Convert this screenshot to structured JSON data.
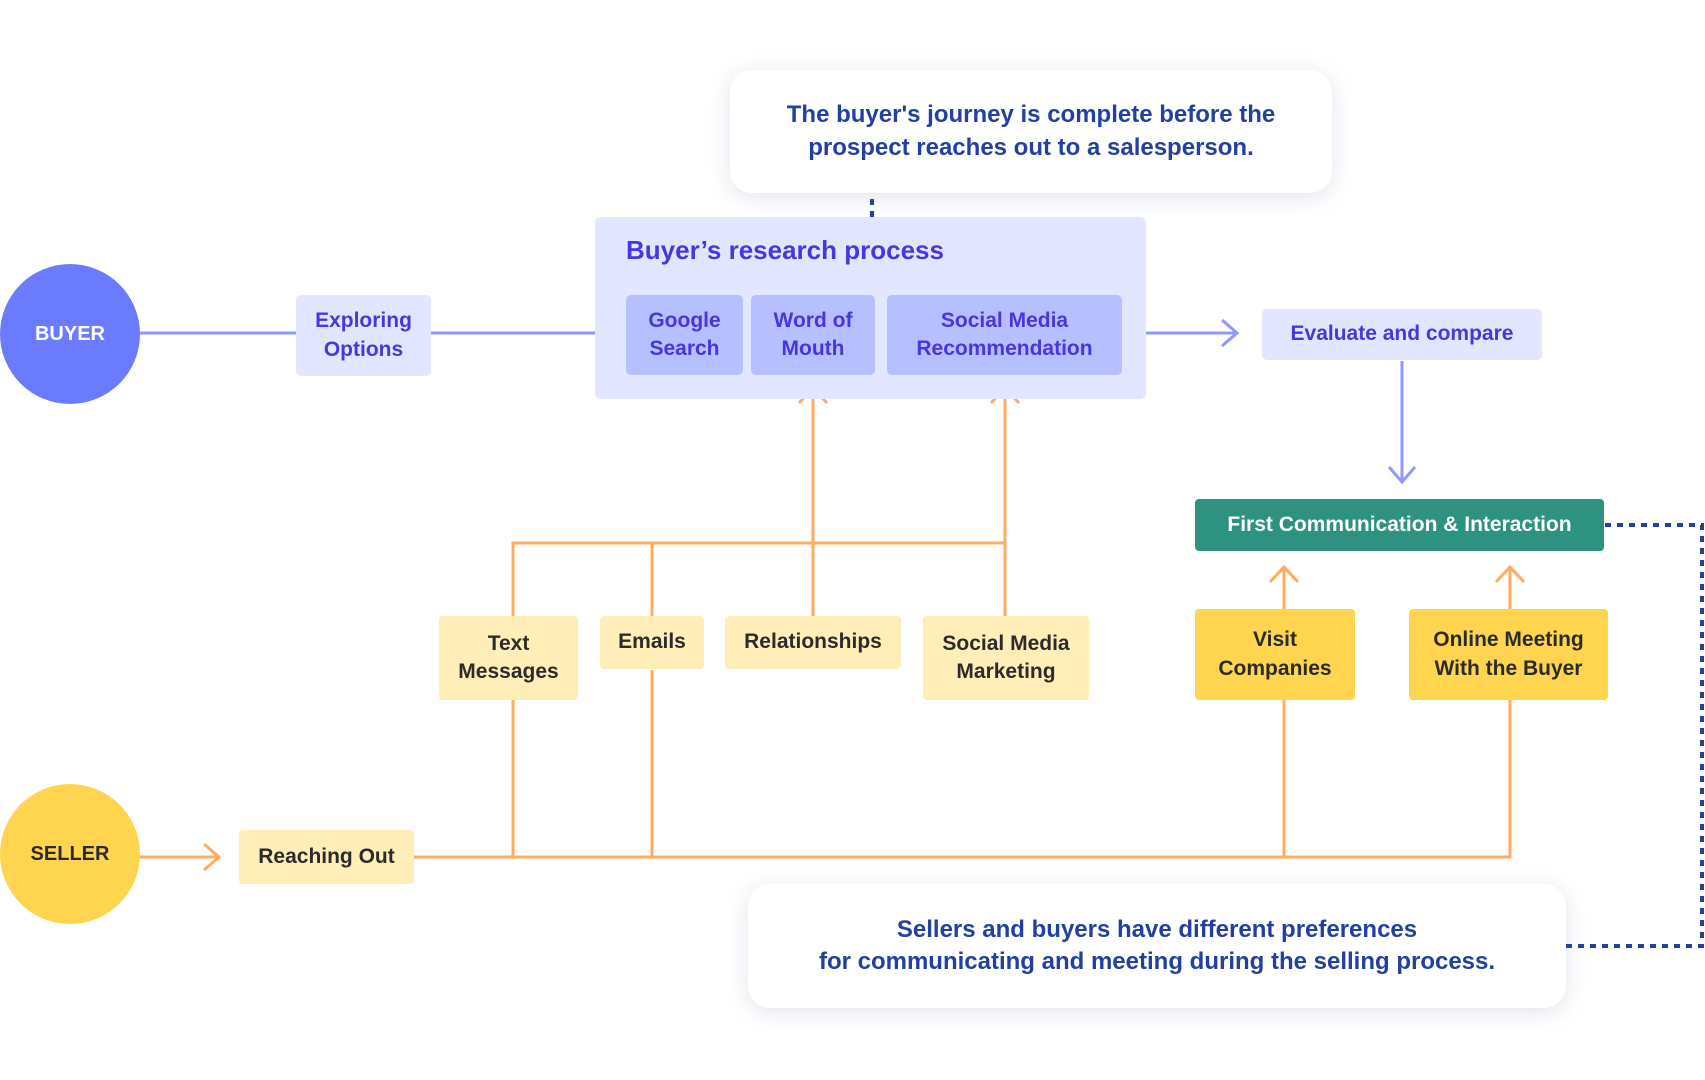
{
  "callouts": {
    "top": "The buyer's journey is complete before the\nprospect reaches out to a salesperson.",
    "bottom": "Sellers and buyers have different preferences\nfor  communicating and meeting  during the selling process."
  },
  "actors": {
    "buyer": "BUYER",
    "seller": "SELLER"
  },
  "buyer_flow": {
    "exploring": "Exploring\nOptions",
    "research_title": "Buyer’s research process",
    "research_items": [
      "Google\nSearch",
      "Word of\nMouth",
      "Social Media\nRecommendation"
    ],
    "evaluate": "Evaluate and compare",
    "first_contact": "First Communication & Interaction"
  },
  "seller_flow": {
    "reaching_out": "Reaching Out",
    "channels": [
      "Text\nMessages",
      "Emails",
      "Relationships",
      "Social Media\nMarketing"
    ],
    "meetings": [
      "Visit\nCompanies",
      "Online Meeting\nWith the Buyer"
    ]
  },
  "colors": {
    "buyer_line": "#8e98ff",
    "seller_line": "#ffac5e",
    "dotted": "#23409e",
    "teal": "#2e9280"
  }
}
